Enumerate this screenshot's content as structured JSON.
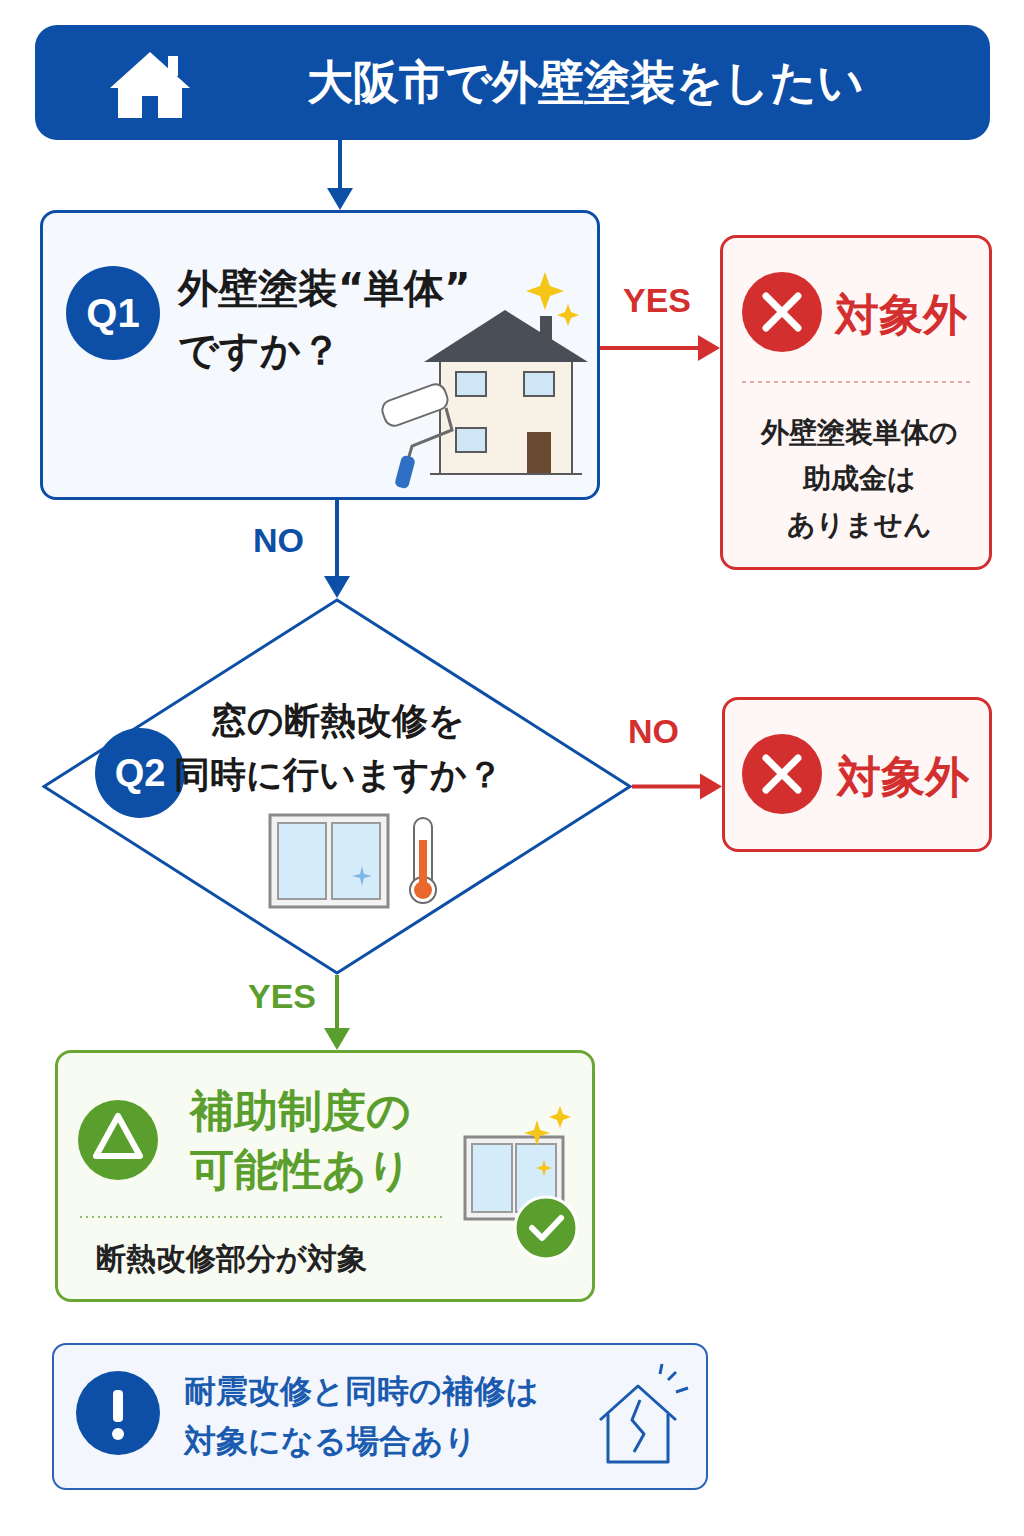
{
  "diagram": {
    "title": "大阪市で外壁塗装をしたい",
    "nodes": [
      {
        "text": [
          "大阪市で外壁塗装をしたい"
        ]
      },
      {
        "text": [
          "外壁塗装“単体” ですか？"
        ]
      },
      {
        "text": [
          "Q1"
        ],
        "in": 1
      },
      {
        "text": [
          "対象外",
          "外壁塗装単体の 助成金は ありません"
        ]
      },
      {
        "text": [
          "窓の断熱改修を 同時に行いますか？"
        ]
      },
      {
        "text": [
          "Q2"
        ],
        "in": 4
      },
      {
        "text": [
          "対象外"
        ]
      },
      {
        "text": [
          "補助制度の 可能性あり",
          "断熱改修部分が対象"
        ]
      },
      {
        "text": [
          "耐震改修と同時の補修は 対象になる場合あり"
        ]
      }
    ],
    "edges": [
      {
        "from": 0,
        "to": 1,
        "arrow": "to"
      },
      {
        "from": 1,
        "to": 3,
        "label": "YES",
        "arrow": "to"
      },
      {
        "from": 1,
        "to": 4,
        "label": "NO",
        "arrow": "to"
      },
      {
        "from": 4,
        "to": 6,
        "label": "NO",
        "arrow": "to"
      },
      {
        "from": 4,
        "to": 7,
        "label": "YES",
        "arrow": "to"
      }
    ]
  }
}
